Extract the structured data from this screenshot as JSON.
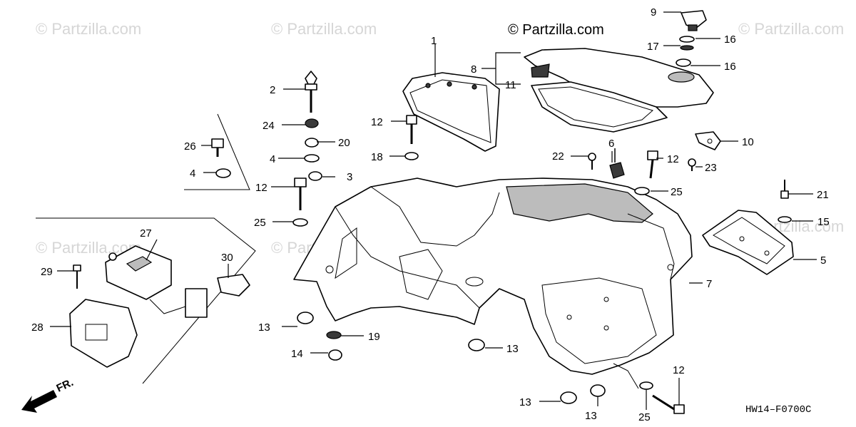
{
  "watermark": "© Partzilla.com",
  "brand_mark": "© Partzilla.com",
  "diagram_code": "HW14–F0700C",
  "direction_label": "FR.",
  "callouts": {
    "c1": "1",
    "c2": "2",
    "c3": "3",
    "c4a": "4",
    "c4b": "4",
    "c5": "5",
    "c6": "6",
    "c7": "7",
    "c8": "8",
    "c9": "9",
    "c10": "10",
    "c11": "11",
    "c12a": "12",
    "c12b": "12",
    "c12c": "12",
    "c12d": "12",
    "c13a": "13",
    "c13b": "13",
    "c13c": "13",
    "c13d": "13",
    "c14": "14",
    "c15": "15",
    "c16a": "16",
    "c16b": "16",
    "c17": "17",
    "c18": "18",
    "c19": "19",
    "c20": "20",
    "c21": "21",
    "c22": "22",
    "c23": "23",
    "c24": "24",
    "c25a": "25",
    "c25b": "25",
    "c25c": "25",
    "c26": "26",
    "c27": "27",
    "c28": "28",
    "c29": "29",
    "c30": "30"
  }
}
